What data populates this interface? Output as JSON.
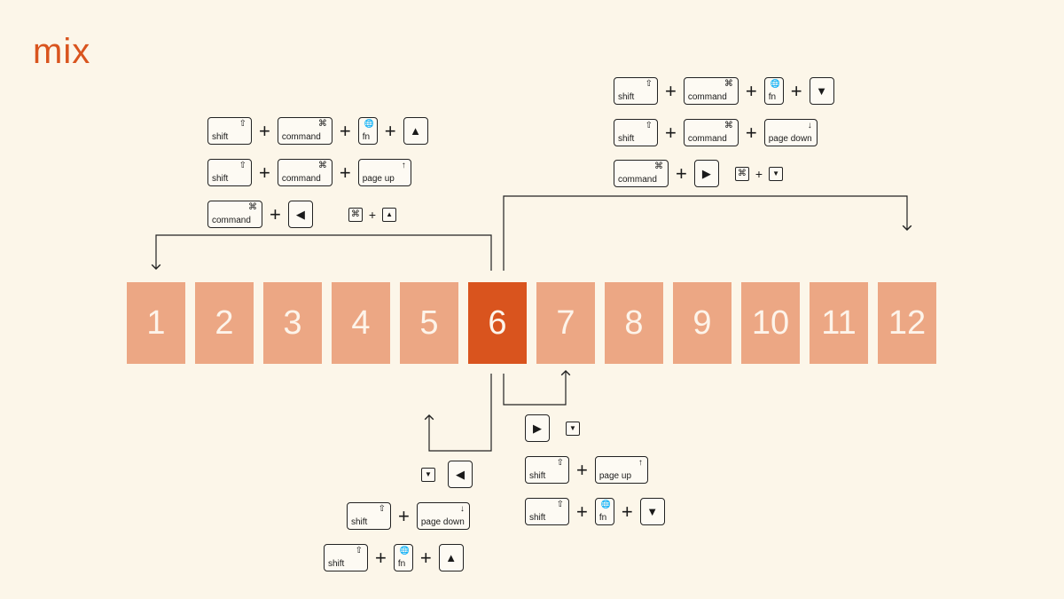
{
  "brand": "mix",
  "slides": [
    "1",
    "2",
    "3",
    "4",
    "5",
    "6",
    "7",
    "8",
    "9",
    "10",
    "11",
    "12"
  ],
  "active_slide": "6",
  "keys": {
    "shift": "shift",
    "command": "command",
    "fn": "fn",
    "page_up": "page up",
    "page_down": "page down",
    "shift_symbol": "⇧",
    "command_symbol": "⌘",
    "globe_symbol": "🌐",
    "up_symbol": "↑",
    "down_symbol": "↓",
    "up_arrow": "▲",
    "down_arrow": "▼",
    "left_arrow": "◀",
    "right_arrow": "▶",
    "plus": "+"
  },
  "colors": {
    "accent": "#d9541e",
    "slide": "#eca784",
    "background": "#fcf6e9"
  },
  "shortcut_groups": {
    "first_slide": [
      "shift + command + fn + ▲",
      "shift + command + page up",
      "command + ◀  ⌘+▲"
    ],
    "last_slide": [
      "shift + command + fn + ▼",
      "shift + command + page down",
      "command + ▶  ⌘+▼"
    ],
    "next_slide": [
      "▶ ▼",
      "shift + page up",
      "shift + fn + ▼"
    ],
    "prev_slide": [
      "▼ ◀",
      "shift + page down",
      "shift + fn + ▲"
    ]
  }
}
